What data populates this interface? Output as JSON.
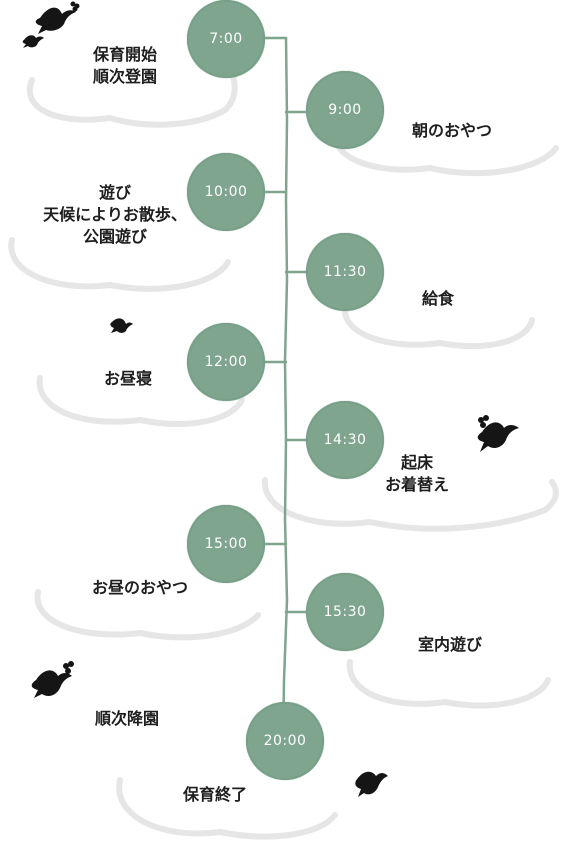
{
  "schedule": [
    {
      "time": "7:00",
      "lines": [
        "保育開始",
        "順次登園"
      ]
    },
    {
      "time": "9:00",
      "lines": [
        "朝のおやつ"
      ]
    },
    {
      "time": "10:00",
      "lines": [
        "遊び",
        "天候によりお散歩、",
        "公園遊び"
      ]
    },
    {
      "time": "11:30",
      "lines": [
        "給食"
      ]
    },
    {
      "time": "12:00",
      "lines": [
        "お昼寝"
      ]
    },
    {
      "time": "14:30",
      "lines": [
        "起床",
        "お着替え"
      ]
    },
    {
      "time": "15:00",
      "lines": [
        "お昼のおやつ"
      ]
    },
    {
      "time": "15:30",
      "lines": [
        "室内遊び"
      ]
    },
    {
      "time": "20:00",
      "lines": [
        "順次降園",
        "保育終了"
      ]
    }
  ],
  "colors": {
    "clock": "#7fa58f",
    "timeline": "#7fa58f",
    "cloud_shadow": "#e4e4e4",
    "bird": "#151515"
  },
  "icons": [
    "bird-icon",
    "bird-with-clover-icon"
  ]
}
